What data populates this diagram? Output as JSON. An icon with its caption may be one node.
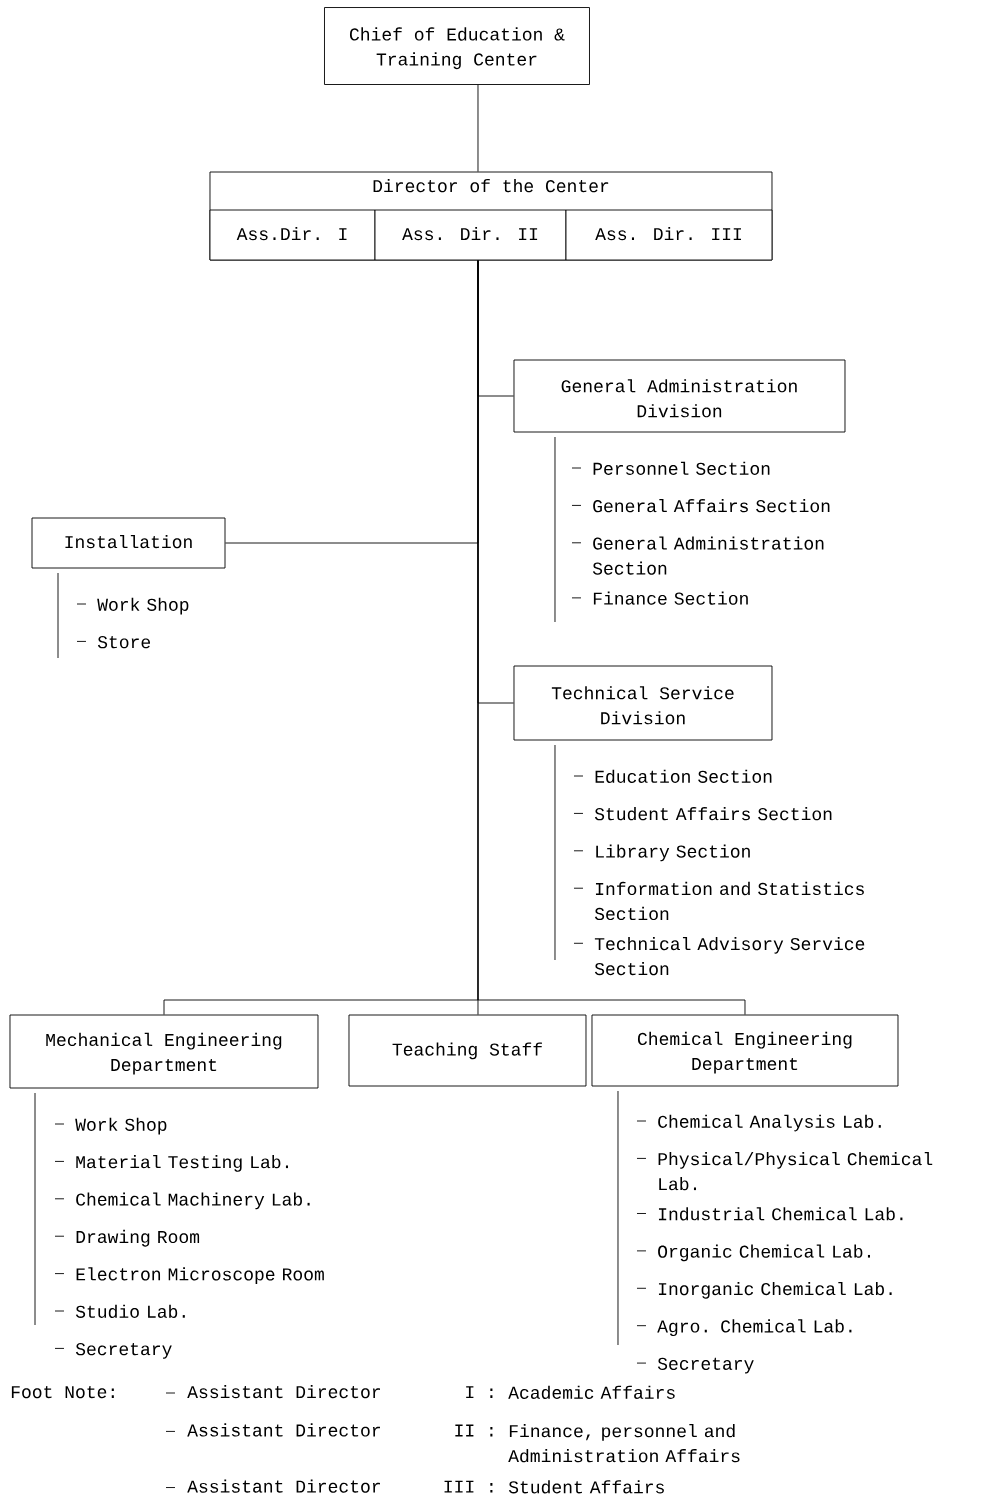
{
  "diagram": {
    "nodes": [
      {
        "text": [
          "Chief of Education & Training Center"
        ]
      },
      {
        "text": [
          "Director of the Center"
        ]
      },
      {
        "text": [
          "Ass.Dir. I"
        ],
        "in": 1
      },
      {
        "text": [
          "Ass. Dir. II"
        ],
        "in": 1
      },
      {
        "text": [
          "Ass. Dir. III"
        ],
        "in": 1
      },
      {
        "text": [
          "General Administration Division"
        ],
        "beside": [
          "Personnel Section",
          "General Affairs Section",
          "General Administration Section",
          "Finance Section"
        ]
      },
      {
        "text": [
          "Installation"
        ],
        "beside": [
          "Work Shop",
          "Store"
        ]
      },
      {
        "text": [
          "Technical Service Division"
        ],
        "beside": [
          "Education Section",
          "Student Affairs Section",
          "Library Section",
          "Information and Statistics Section",
          "Technical Advisory Service Section"
        ]
      },
      {
        "text": [
          "Mechanical Engineering Department"
        ],
        "beside": [
          "Work Shop",
          "Material Testing Lab.",
          "Chemical Machinery Lab.",
          "Drawing Room",
          "Electron Microscope Room",
          "Studio Lab.",
          "Secretary"
        ]
      },
      {
        "text": [
          "Teaching Staff"
        ]
      },
      {
        "text": [
          "Chemical Engineering Department"
        ],
        "beside": [
          "Chemical Analysis Lab.",
          "Physical/Physical Chemical Lab.",
          "Industrial Chemical Lab.",
          "Organic Chemical Lab.",
          "Inorganic Chemical Lab.",
          "Agro. Chemical Lab.",
          "Secretary"
        ]
      }
    ],
    "edges": [
      {
        "from": 0,
        "to": 1,
        "arrow": "none"
      },
      {
        "from": 1,
        "to": 5,
        "arrow": "none"
      },
      {
        "from": 1,
        "to": 6,
        "arrow": "none"
      },
      {
        "from": 1,
        "to": 7,
        "arrow": "none"
      },
      {
        "from": 1,
        "to": 8,
        "arrow": "none"
      },
      {
        "from": 1,
        "to": 9,
        "arrow": "none"
      },
      {
        "from": 1,
        "to": 10,
        "arrow": "none"
      }
    ],
    "labels": [
      "Foot Note:",
      "Assistant Director",
      "I :",
      "Academic Affairs",
      "Assistant Director",
      "II :",
      "Finance, personnel and Administration Affairs",
      "Assistant Director",
      "III :",
      "Student Affairs"
    ]
  }
}
